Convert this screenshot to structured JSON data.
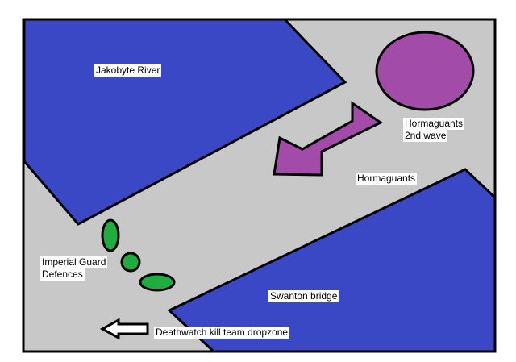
{
  "map": {
    "colors": {
      "border": "#000000",
      "ground": "#c8c8c8",
      "water": "#3b48c6",
      "tyranid": "#a24ba8",
      "guard": "#1fad3f",
      "arrow_outline": "#000000"
    },
    "labels": {
      "river": "Jakobyte River",
      "hormaguants_2nd_line1": "Hormaguants",
      "hormaguants_2nd_line2": "2nd wave",
      "hormaguants": "Hormaguants",
      "guard_line1": "Imperial Guard",
      "guard_line2": "Defences",
      "bridge": "Swanton bridge",
      "dropzone": "Deathwatch kill team dropzone"
    }
  }
}
